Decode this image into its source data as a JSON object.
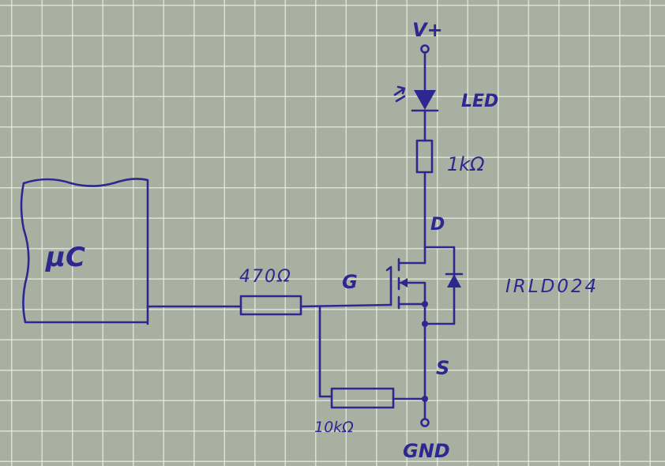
{
  "diagram": {
    "labels": {
      "supply": "V+",
      "led": "LED",
      "drain_resistor": "1kΩ",
      "drain": "D",
      "gate": "G",
      "source": "S",
      "mosfet": "IRLD024",
      "gate_resistor": "470Ω",
      "pulldown_resistor": "10kΩ",
      "ground": "GND",
      "microcontroller": "µC"
    },
    "colors": {
      "ink": "#2c2890",
      "paper": "#a9b0a1"
    }
  }
}
